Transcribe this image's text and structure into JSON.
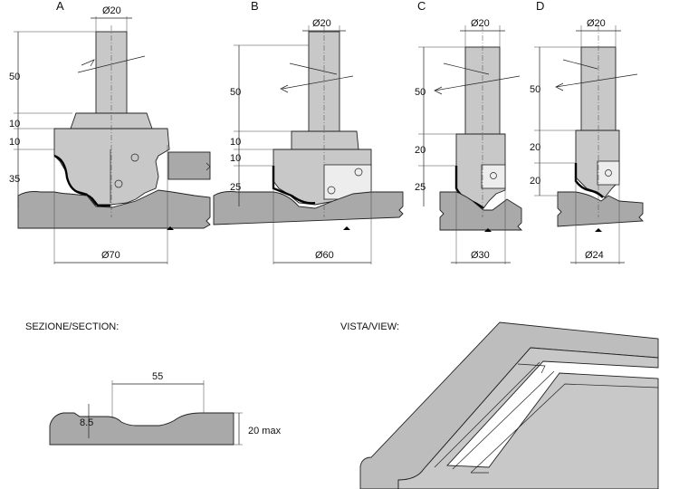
{
  "tools": [
    {
      "letter": "A",
      "shank_dia": "Ø20",
      "dia": "Ø70",
      "heights": [
        "50",
        "10",
        "10",
        "35"
      ]
    },
    {
      "letter": "B",
      "shank_dia": "Ø20",
      "dia": "Ø60",
      "heights": [
        "50",
        "10",
        "10",
        "25"
      ]
    },
    {
      "letter": "C",
      "shank_dia": "Ø20",
      "dia": "Ø30",
      "heights": [
        "50",
        "20",
        "25"
      ]
    },
    {
      "letter": "D",
      "shank_dia": "Ø20",
      "dia": "Ø24",
      "heights": [
        "50",
        "20",
        "20"
      ]
    }
  ],
  "section": {
    "title": "SEZIONE/SECTION:",
    "width_label": "55",
    "depth_label": "8.5",
    "thickness_label": "20 max"
  },
  "view": {
    "title": "VISTA/VIEW:"
  }
}
